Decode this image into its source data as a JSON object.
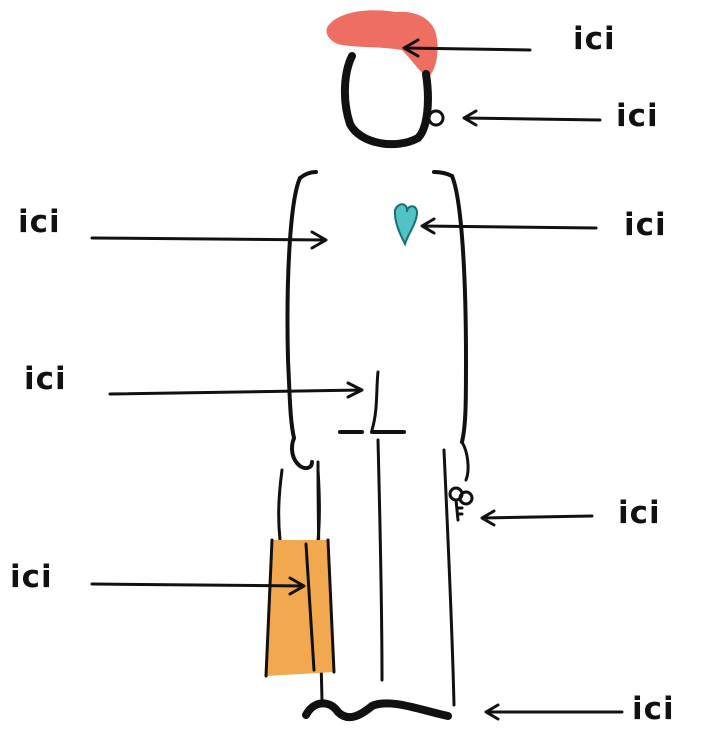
{
  "colors": {
    "ink": "#111111",
    "hair": "#ee6e62",
    "heart": "#4fc3c6",
    "bag": "#f2a84e",
    "background": "#ffffff"
  },
  "labels": {
    "hair": "ici",
    "ear": "ici",
    "chest": "ici",
    "heart": "ici",
    "hand": "ici",
    "keys": "ici",
    "bag": "ici",
    "shoe": "ici"
  }
}
